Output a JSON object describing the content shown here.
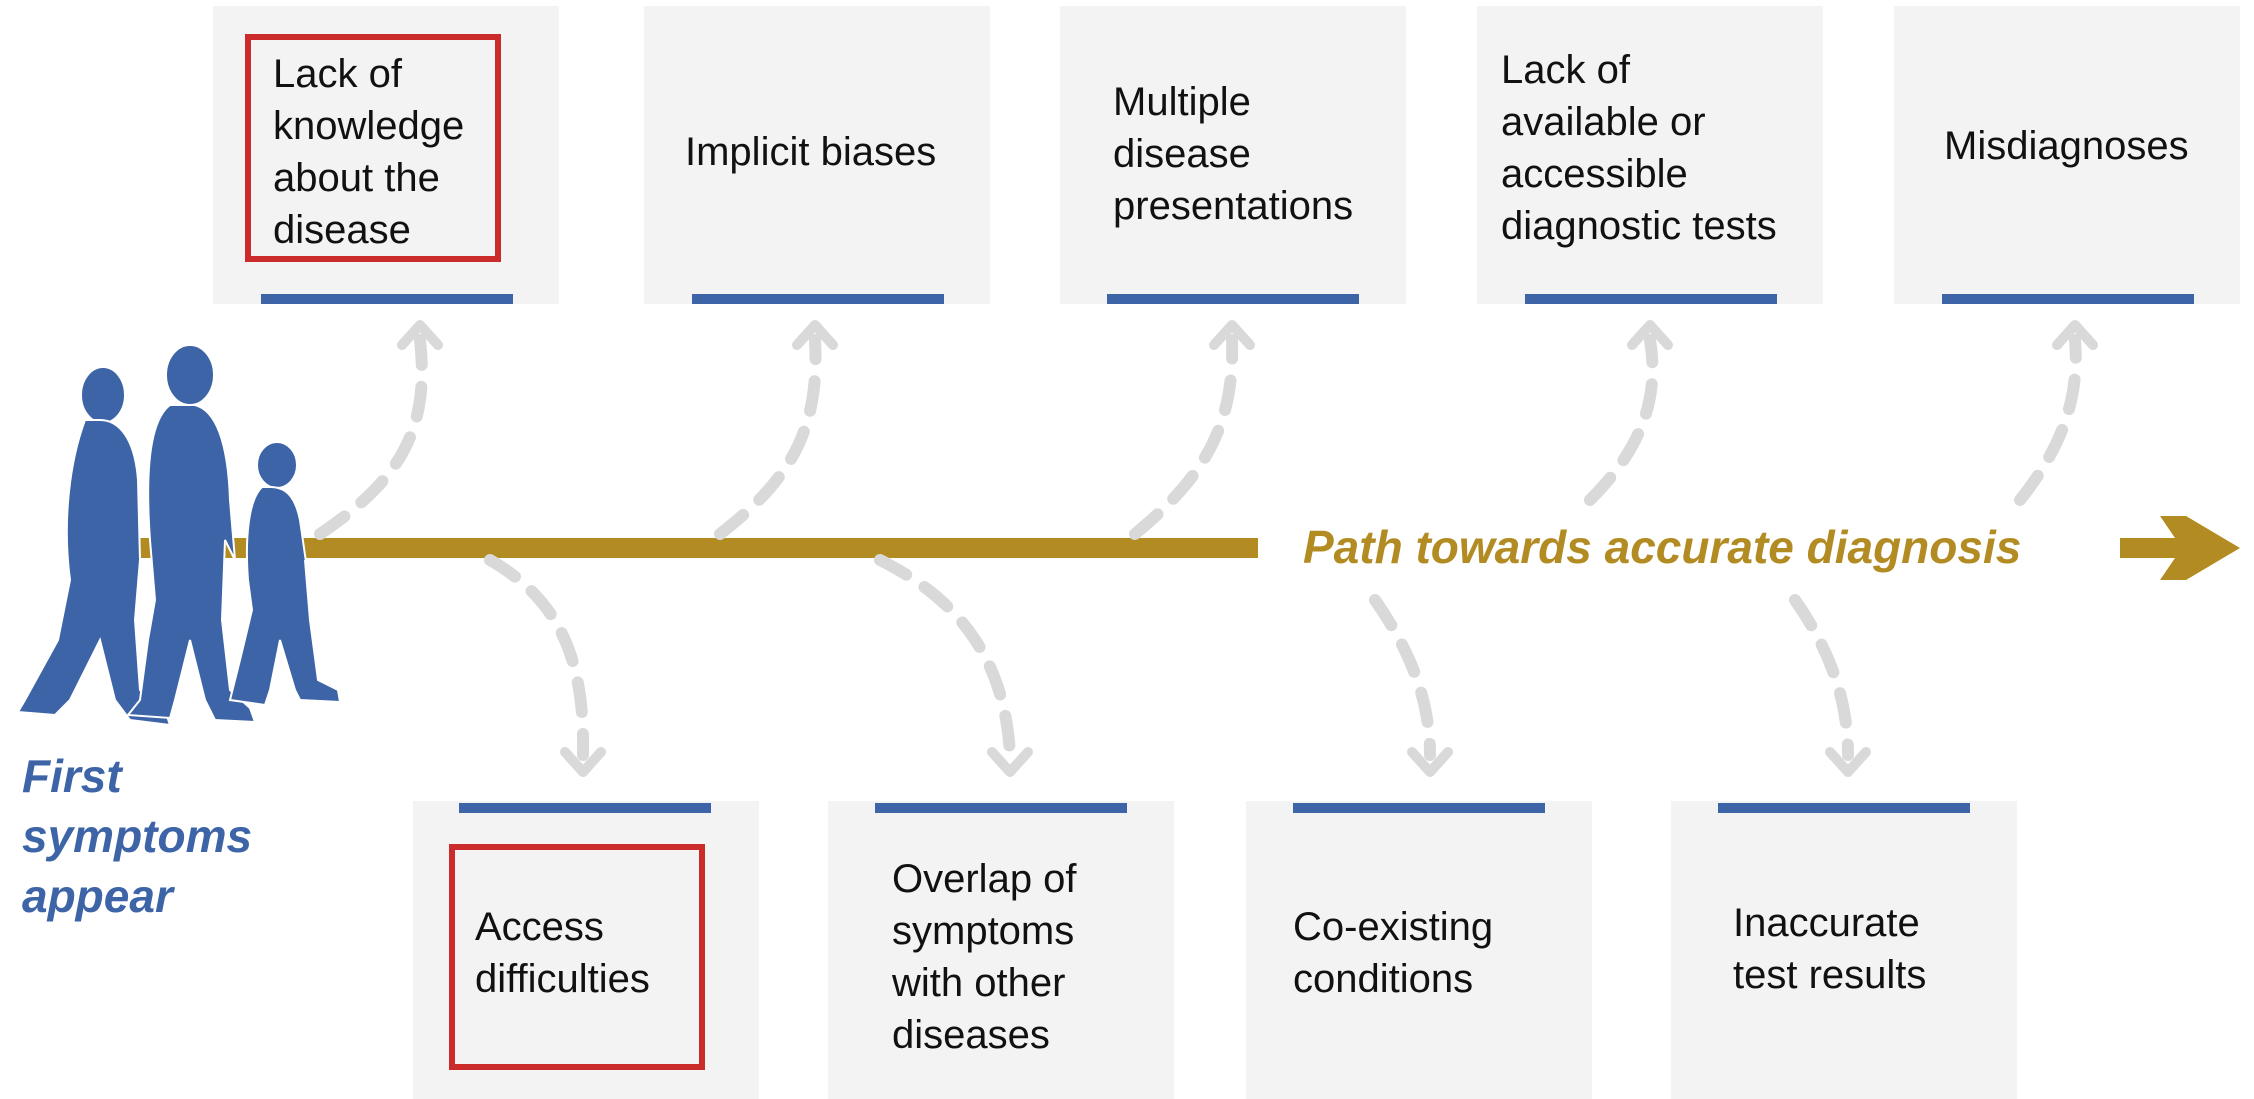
{
  "colors": {
    "box_bg": "#f3f3f3",
    "box_bar": "#3c64a6",
    "highlight": "#cc2b2b",
    "path": "#b28c23",
    "people": "#3c64a6",
    "arrow_dash": "#d9d9d9"
  },
  "top_boxes": [
    {
      "label": "Lack of\nknowledge\nabout the\ndisease",
      "highlighted": true
    },
    {
      "label": "Implicit biases",
      "highlighted": false
    },
    {
      "label": "Multiple\ndisease\npresentations",
      "highlighted": false
    },
    {
      "label": "Lack of\navailable or\naccessible\ndiagnostic tests",
      "highlighted": false
    },
    {
      "label": "Misdiagnoses",
      "highlighted": false
    }
  ],
  "bottom_boxes": [
    {
      "label": "Access\ndifficulties",
      "highlighted": true
    },
    {
      "label": "Overlap of\nsymptoms\nwith other\ndiseases",
      "highlighted": false
    },
    {
      "label": "Co-existing\nconditions",
      "highlighted": false
    },
    {
      "label": "Inaccurate\ntest results",
      "highlighted": false
    }
  ],
  "path": {
    "label": "Path towards accurate diagnosis"
  },
  "start": {
    "label": "First\nsymptoms\nappear",
    "icon": "walking-people-icon"
  }
}
